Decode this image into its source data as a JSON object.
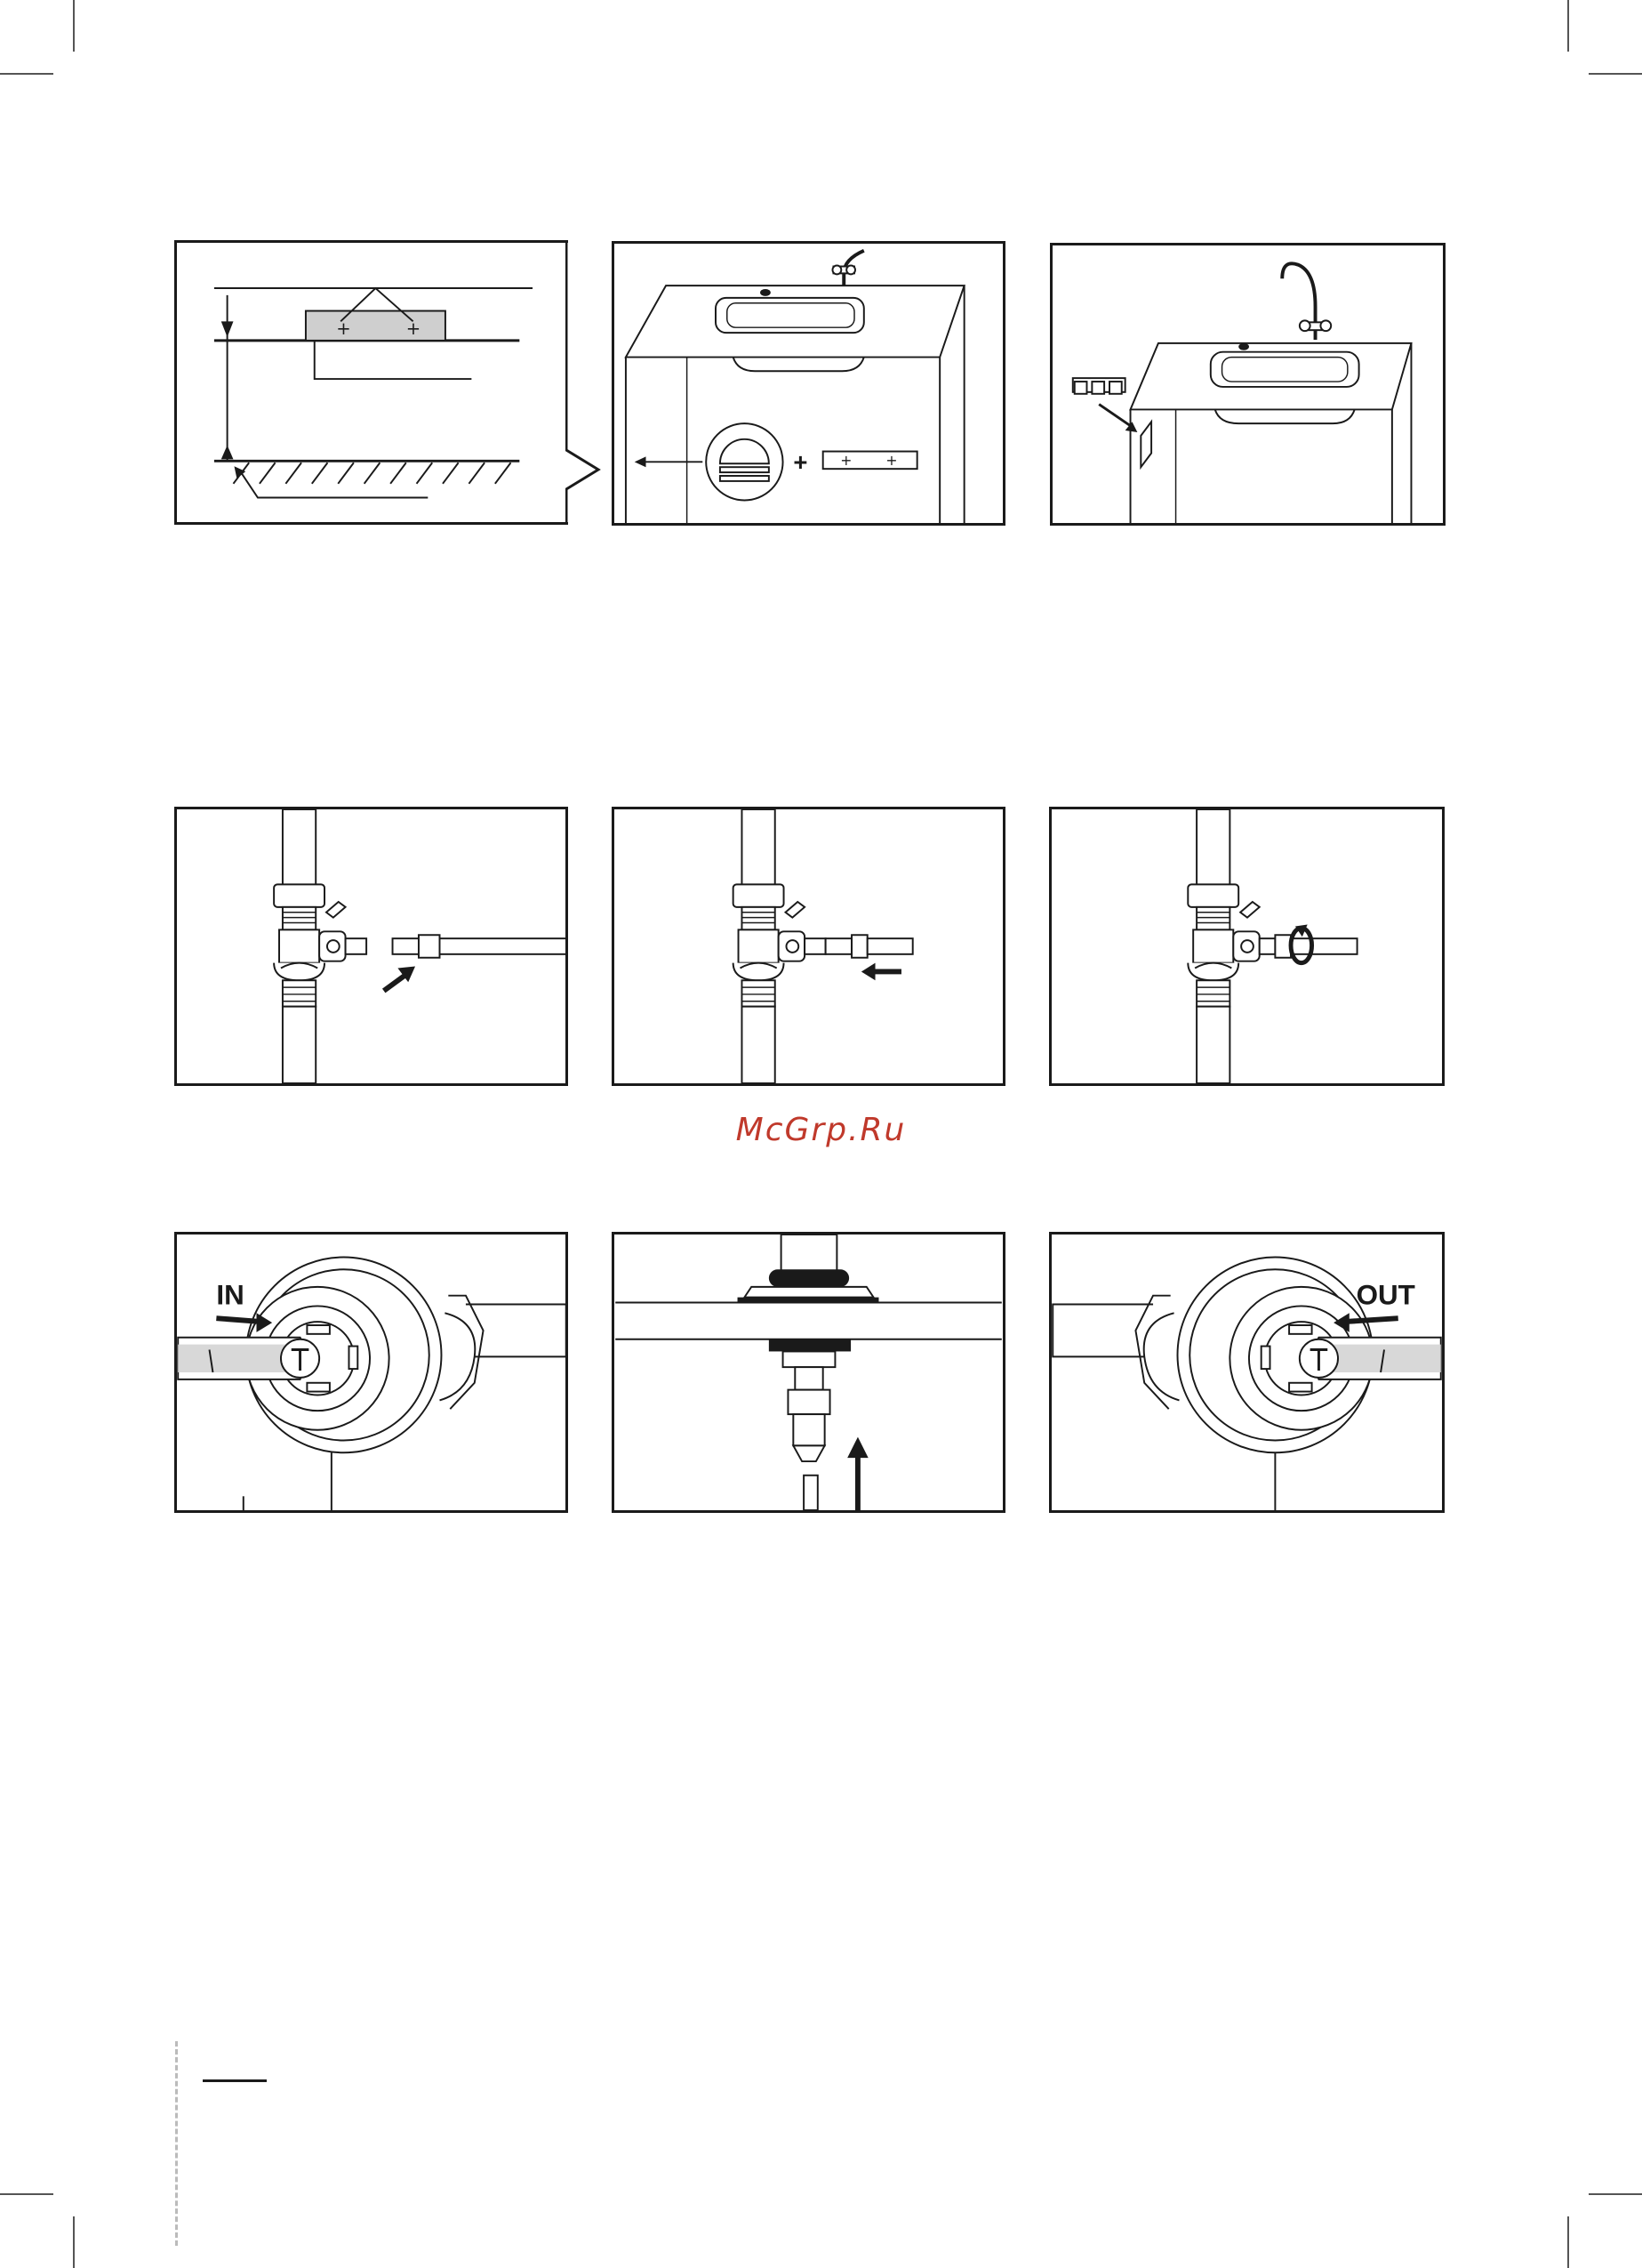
{
  "watermark": "McGrp.Ru",
  "figures": {
    "row2_labels": {
      "in": "IN",
      "out": "OUT"
    },
    "panel_plus": "+"
  }
}
